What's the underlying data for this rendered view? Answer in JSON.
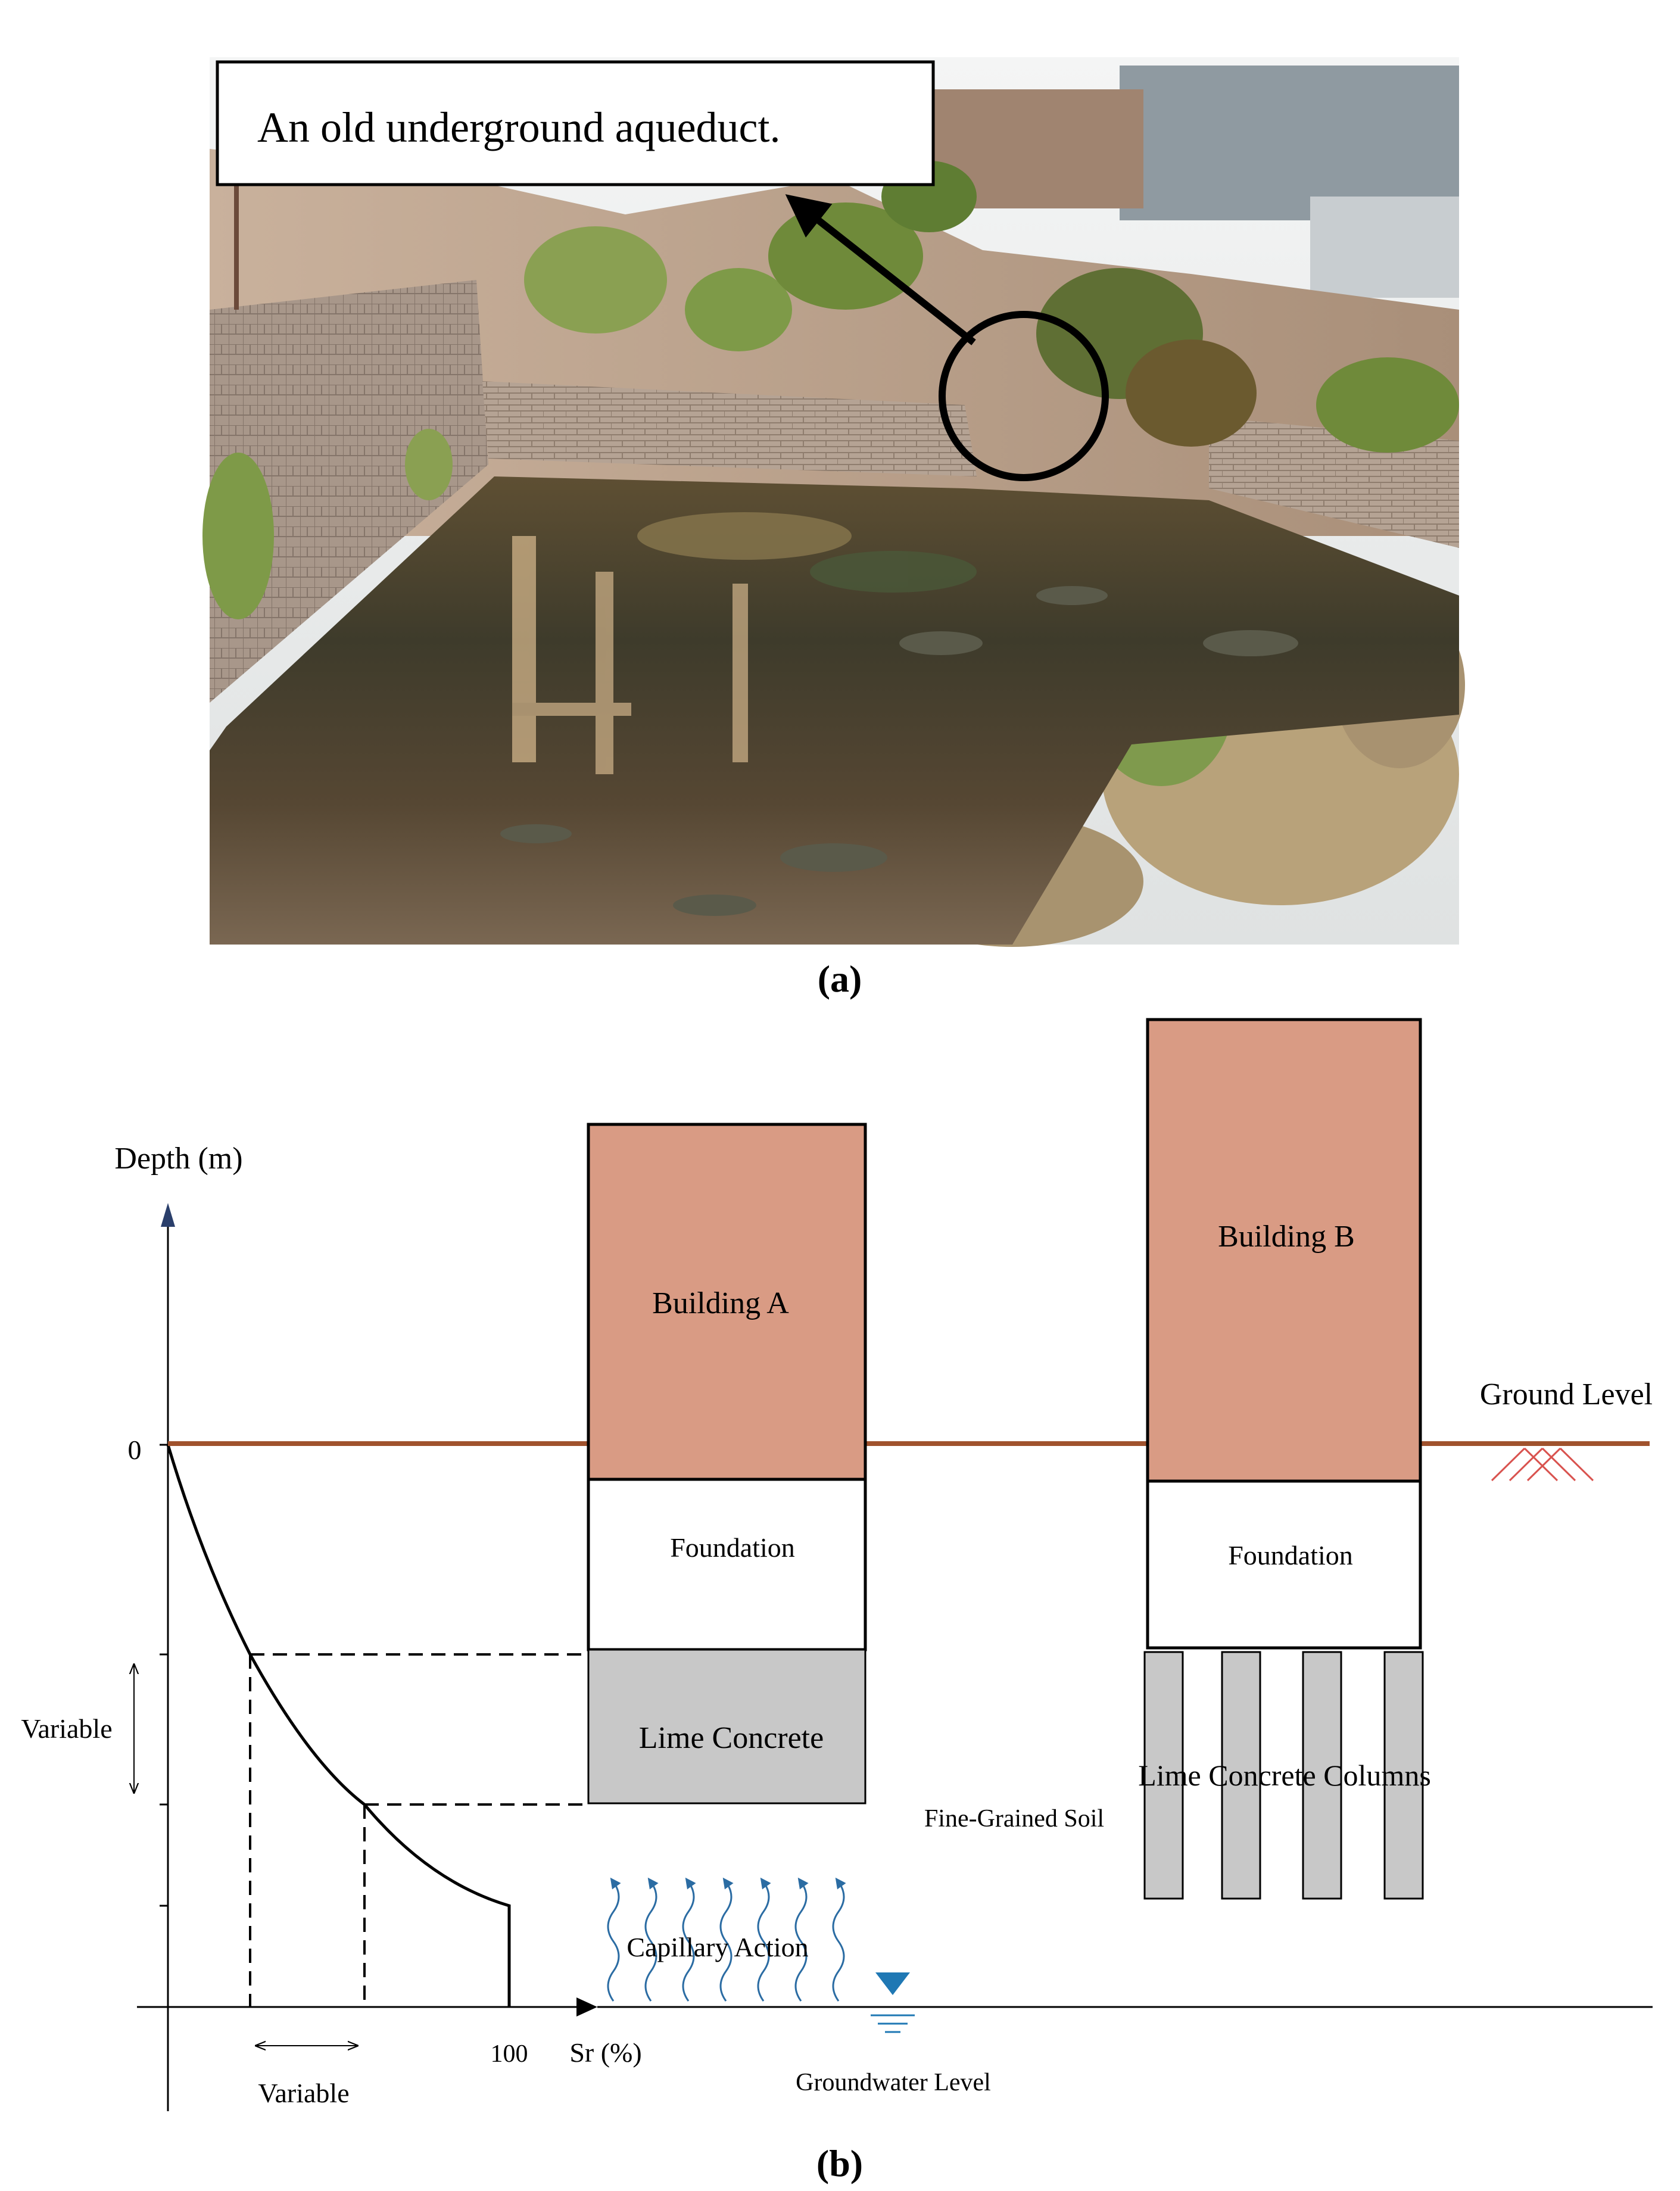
{
  "panel_a": {
    "callout_text": "An old underground aqueduct.",
    "panel_label": "(a)",
    "colors": {
      "sky": "#eef0f0",
      "soil_bank": "#b59a82",
      "brick_wall": "#a99686",
      "water_dark": "#3a3a2a",
      "water_mid": "#6b5a3a",
      "vegetation": "#6f8a3a",
      "dry_grass": "#b8a27a",
      "callout_border": "#000000"
    }
  },
  "panel_b": {
    "panel_label": "(b)",
    "y_axis_title": "Depth (m)",
    "zero_label": "0",
    "x_value_label": "100",
    "x_axis_title": "Sr (%)",
    "variable_vertical": "Variable",
    "variable_horizontal": "Variable",
    "building_a": {
      "title": "Building A",
      "foundation": "Foundation",
      "lime": "Lime Concrete"
    },
    "building_b": {
      "title": "Building B",
      "foundation": "Foundation",
      "columns": "Lime Concrete Columns"
    },
    "ground_level": "Ground Level",
    "soil_label": "Fine-Grained Soil",
    "capillary_label": "Capillary Action",
    "groundwater_label": "Groundwater Level",
    "colors": {
      "building": "#d99b84",
      "lime": "#c8c8c8",
      "ground_line": "#a0522d",
      "hatch": "#d9534f",
      "water_symbol": "#1f78b4",
      "capillary": "#2b6ca3",
      "line": "#000000"
    }
  }
}
